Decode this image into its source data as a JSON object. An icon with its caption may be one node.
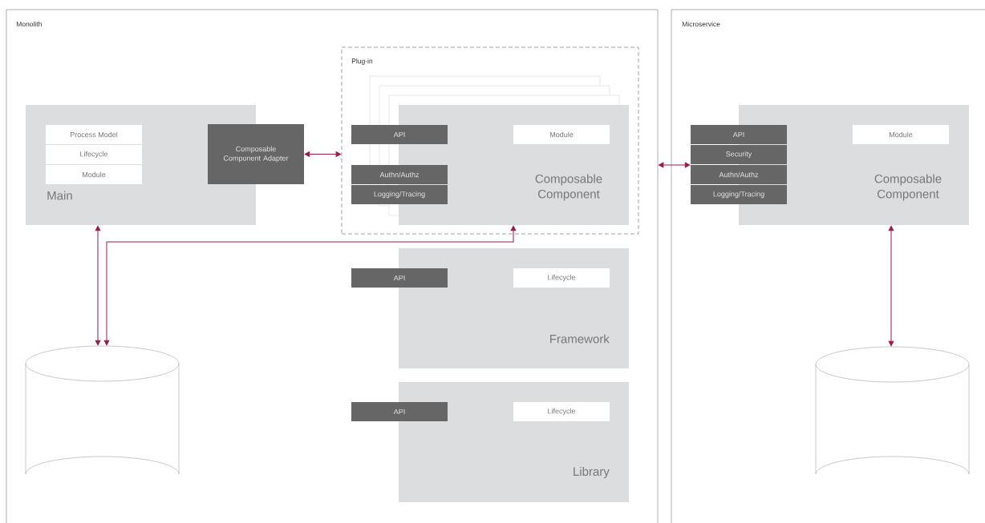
{
  "diagram": {
    "nodes": [
      {
        "text": [
          "Monolith"
        ]
      },
      {
        "text": [
          "Main"
        ],
        "in": 0
      },
      {
        "text": [
          "Process Model"
        ],
        "in": 1
      },
      {
        "text": [
          "Lifecycle"
        ],
        "in": 1
      },
      {
        "text": [
          "Module"
        ],
        "in": 1
      },
      {
        "text": [
          "Composable Component Adapter"
        ],
        "in": 0
      },
      {
        "text": [
          "Plug-in"
        ],
        "in": 0
      },
      {
        "text": [
          "Composable Component"
        ],
        "in": 6
      },
      {
        "text": [
          "API"
        ],
        "in": 6
      },
      {
        "text": [
          "Authn/Authz"
        ],
        "in": 6
      },
      {
        "text": [
          "Logging/Tracing"
        ],
        "in": 6
      },
      {
        "text": [
          "Module"
        ],
        "in": 7
      },
      {
        "text": [
          "Framework"
        ],
        "in": 0
      },
      {
        "text": [
          "API"
        ],
        "in": 0
      },
      {
        "text": [
          "Lifecycle"
        ],
        "in": 12
      },
      {
        "text": [
          "Library"
        ],
        "in": 0
      },
      {
        "text": [
          "API"
        ],
        "in": 0
      },
      {
        "text": [
          "Lifecycle"
        ],
        "in": 15
      },
      {
        "text": [],
        "shape": "cylinder",
        "in": 0
      },
      {
        "text": [
          "Microservice"
        ]
      },
      {
        "text": [
          "Composable Component"
        ],
        "in": 19
      },
      {
        "text": [
          "API"
        ],
        "in": 19
      },
      {
        "text": [
          "Security"
        ],
        "in": 19
      },
      {
        "text": [
          "Authn/Authz"
        ],
        "in": 19
      },
      {
        "text": [
          "Logging/Tracing"
        ],
        "in": 19
      },
      {
        "text": [
          "Module"
        ],
        "in": 20
      },
      {
        "text": [],
        "shape": "cylinder",
        "in": 19
      }
    ],
    "edges": [
      {
        "from": 5,
        "to": 6,
        "arrow": "both"
      },
      {
        "from": 0,
        "to": 23,
        "arrow": "both"
      },
      {
        "from": 1,
        "to": 18,
        "arrow": "both"
      },
      {
        "from": 7,
        "to": 18,
        "arrow": "both"
      },
      {
        "from": 20,
        "to": 26,
        "arrow": "both"
      }
    ]
  }
}
